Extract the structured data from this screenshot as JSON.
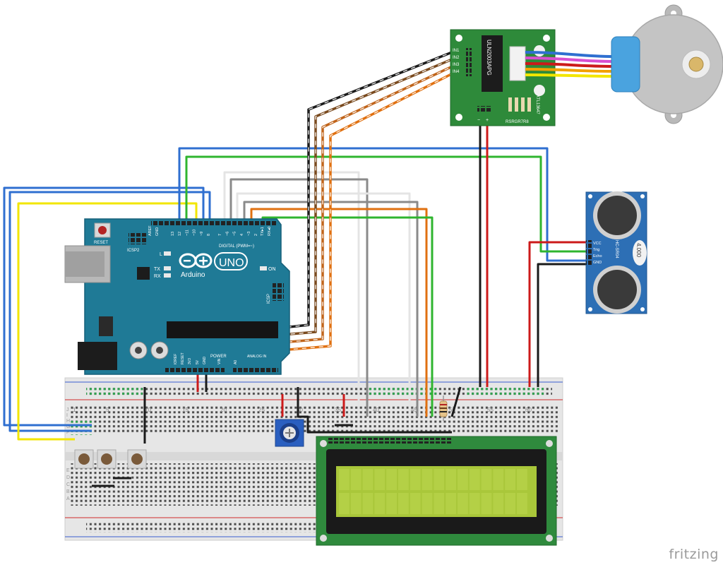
{
  "brand": "fritzing",
  "arduino": {
    "logo_text": "UNO",
    "brand_text": "Arduino",
    "reset_label": "RESET",
    "icsp2_label": "ICSP2",
    "icsp_label": "ICSP",
    "digital_label": "DIGITAL (PWM=~)",
    "l_label": "L",
    "tx_label": "TX",
    "rx_label": "RX",
    "on_label": "ON",
    "aref_label": "AREF",
    "gnd_label": "GND",
    "tx_pin_label": "TX▸1",
    "rx_pin_label": "RX◂0",
    "power_label": "POWER",
    "ioref_label": "IOREF",
    "reset_pin_label": "RESET",
    "v33_label": "3V3",
    "v5_label": "5V",
    "vin_label": "VIN",
    "analog_label": "ANALOG IN",
    "a0_label": "A0",
    "digital_pins": [
      "13",
      "12",
      "~11",
      "~10",
      "~9",
      "8",
      "7",
      "~6",
      "~5",
      "4",
      "~3",
      "2"
    ]
  },
  "driver": {
    "chip_label": "ULN2003APG",
    "in_labels": [
      "IN1",
      "IN2",
      "IN3",
      "IN4"
    ],
    "led_labels": "RSRGR7R8",
    "side_label": "XTL13647",
    "vcc_label": "+",
    "gnd_label": "−"
  },
  "sensor": {
    "model_label": "HC-SR04",
    "version_label": "4.000",
    "pins": [
      "VCC",
      "Trig",
      "Echo",
      "GND"
    ]
  },
  "breadboard": {
    "column_numbers": [
      "1",
      "5",
      "10",
      "15",
      "20",
      "25",
      "30",
      "35",
      "40",
      "45",
      "50",
      "55",
      "60"
    ],
    "row_letters_top": [
      "J",
      "I",
      "H",
      "G",
      "F"
    ],
    "row_letters_bottom": [
      "E",
      "D",
      "C",
      "B",
      "A"
    ]
  },
  "colors": {
    "arduino_board": "#1f7a96",
    "driver_board": "#2e8a3a",
    "sensor_board": "#2d6fb5",
    "lcd_pcb": "#2f8a3d",
    "lcd_screen": "#a9c73a",
    "wire_blue": "#2f6fd0",
    "wire_yellow": "#f2e600",
    "wire_green": "#2fb52f",
    "wire_red": "#cc1a1a",
    "wire_black": "#1a1a1a",
    "wire_white": "#ececec",
    "wire_gray": "#8a8a8a",
    "wire_orange": "#e07010",
    "wire_brown": "#7a4a1e"
  }
}
